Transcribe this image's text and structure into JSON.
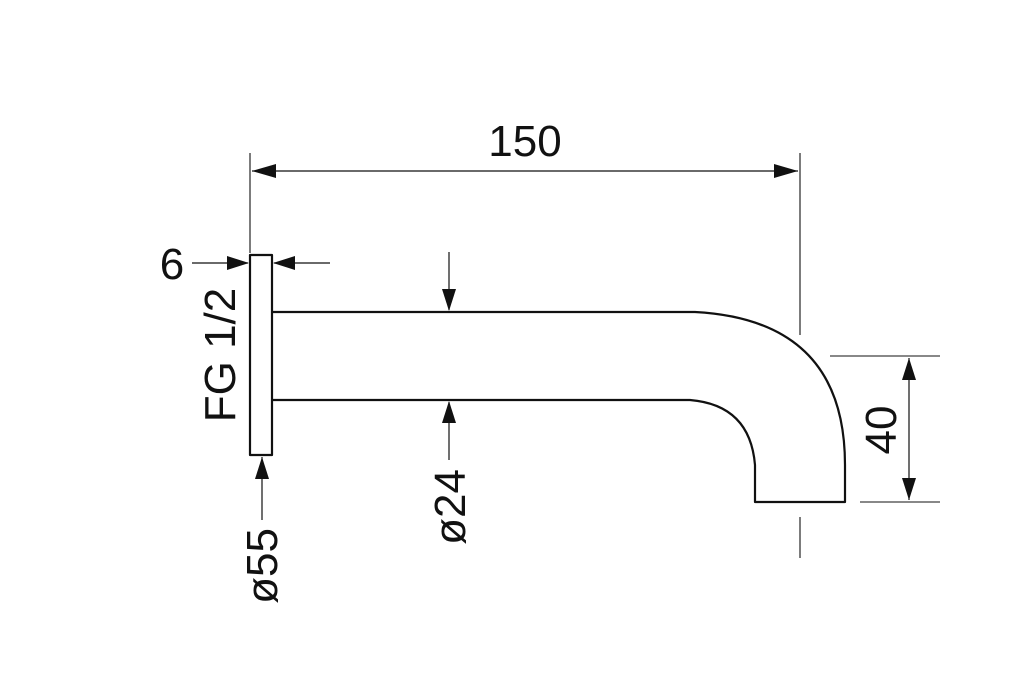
{
  "dimensions": {
    "overall_length": "150",
    "flange_thickness": "6",
    "thread": "FG 1/2",
    "flange_diameter": "ø55",
    "pipe_diameter": "ø24",
    "outlet_height": "40"
  },
  "colors": {
    "line": "#111111",
    "background": "#ffffff"
  }
}
